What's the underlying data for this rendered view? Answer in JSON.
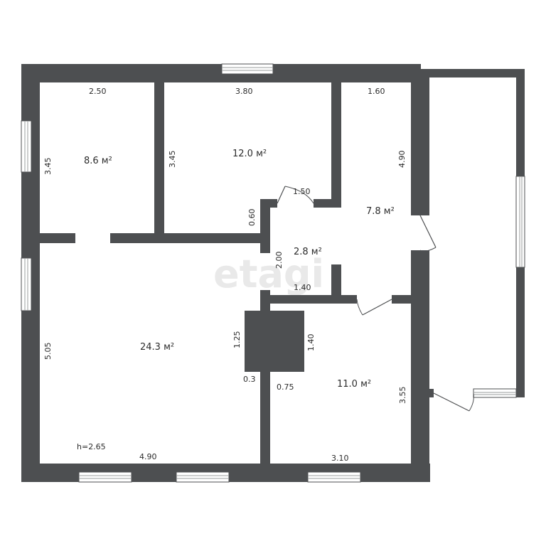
{
  "watermark": "etagi",
  "ceiling_height": "h=2.65",
  "rooms": [
    {
      "id": "room-a",
      "area": "8.6 м²"
    },
    {
      "id": "room-b",
      "area": "12.0 м²"
    },
    {
      "id": "room-c",
      "area": "7.8 м²"
    },
    {
      "id": "hall",
      "area": "2.8 м²"
    },
    {
      "id": "living",
      "area": "24.3 м²"
    },
    {
      "id": "room-d",
      "area": "11.0 м²"
    }
  ],
  "dimensions": {
    "a_width": "2.50",
    "a_height": "3.45",
    "b_width": "3.80",
    "b_height": "3.45",
    "c_width": "1.60",
    "c_height": "4.90",
    "hall_top": "1.50",
    "hall_left_upper": "0.60",
    "hall_left": "2.00",
    "hall_bottom": "1.40",
    "stove_height": "1.25",
    "stove_right": "1.40",
    "stove_offset_left": "0.3",
    "stove_offset_right": "0.75",
    "living_height": "5.05",
    "living_width": "4.90",
    "d_height": "3.55",
    "d_width": "3.10"
  }
}
